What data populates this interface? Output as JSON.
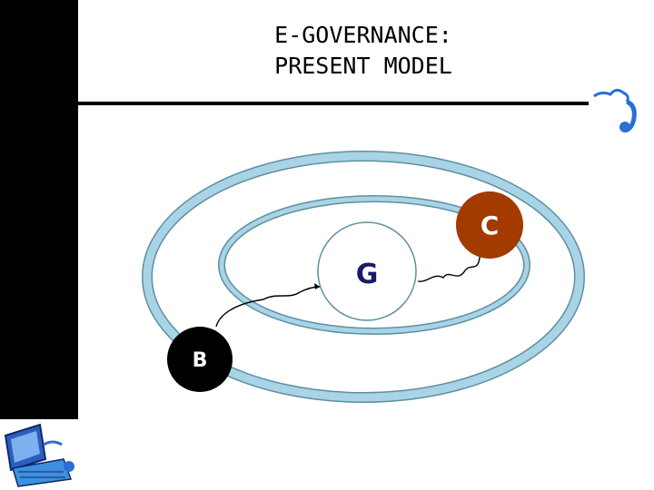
{
  "slide": {
    "title_line1": "E-GOVERNANCE:",
    "title_line2": "PRESENT MODEL"
  },
  "diagram": {
    "nodes": {
      "government": {
        "label": "G",
        "color": "#1a1a66"
      },
      "citizen": {
        "label": "C",
        "fill": "#a33a00",
        "text_color": "#ffffff"
      },
      "business": {
        "label": "B",
        "fill": "#000000",
        "text_color": "#ffffff"
      }
    },
    "ring_color": "#a8d4e6"
  },
  "decor": {
    "logo_icon": "web-logo-icon",
    "computer_icon": "computer-clipart-icon"
  }
}
